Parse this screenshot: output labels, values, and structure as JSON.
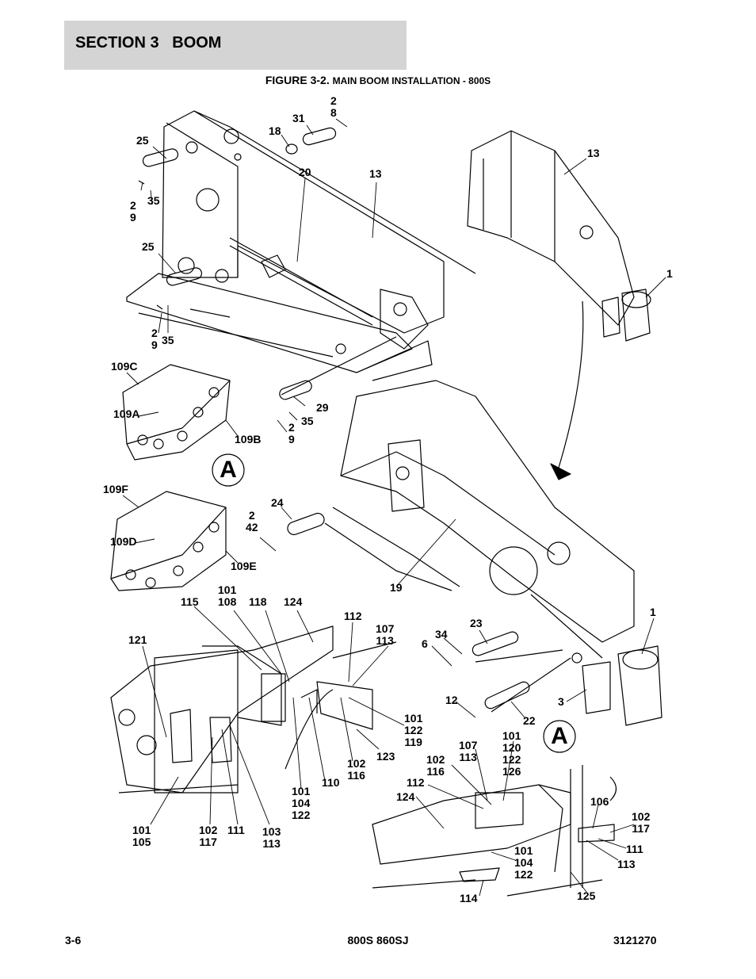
{
  "header": {
    "section": "SECTION 3",
    "title": "BOOM"
  },
  "figure": {
    "title": "FIGURE 3-2.",
    "subtitle": "MAIN BOOM INSTALLATION - 800S"
  },
  "detail_marker": "A",
  "callouts": {
    "c25a": "25",
    "c31": "31",
    "c28": "2\n8",
    "c18": "18",
    "c20": "20",
    "c13a": "13",
    "c29a": "2\n9",
    "c35a": "35",
    "c25b": "25",
    "c29b": "2\n9",
    "c35b": "35",
    "c13b": "13",
    "c1a": "1",
    "c109c": "109C",
    "c109a": "109A",
    "c109b": "109B",
    "c29c": "29",
    "c35c": "35",
    "c29d": "2\n9",
    "c109f": "109F",
    "c109d": "109D",
    "c109e": "109E",
    "c242": "2\n42",
    "c24": "24",
    "c19": "19",
    "c101a": "101\n108",
    "c115": "115",
    "c118": "118",
    "c124a": "124",
    "c121": "121",
    "c112a": "112",
    "c107a": "107\n113",
    "c34": "34",
    "c6": "6",
    "c23": "23",
    "c1b": "1",
    "c3": "3",
    "c12": "12",
    "c22": "22",
    "c101b": "101\n122\n119",
    "c123": "123",
    "c102a": "102\n116",
    "c110": "110",
    "c101c": "101\n104\n122",
    "c107b": "107\n113",
    "c102b": "102\n116",
    "c101d": "101\n120\n122\n126",
    "c112b": "112",
    "c124b": "124",
    "c106": "106",
    "c102c": "102\n117",
    "c111a": "111",
    "c113": "113",
    "c101e": "101\n105",
    "c102d": "102\n117",
    "c111b": "111",
    "c103": "103\n113",
    "c101f": "101\n104\n122",
    "c114": "114",
    "c125": "125"
  },
  "footer": {
    "page": "3-6",
    "model": "800S 860SJ",
    "part_number": "3121270"
  }
}
